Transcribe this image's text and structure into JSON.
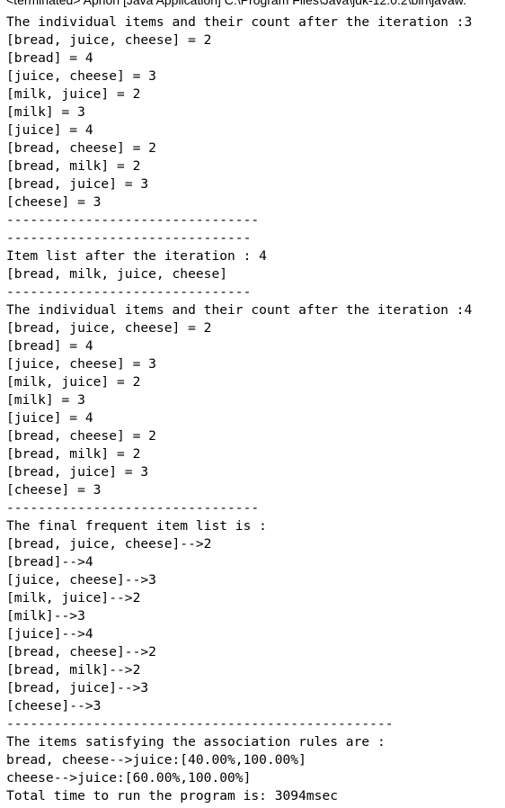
{
  "header": {
    "status": "<terminated> Apriori [Java Application] C:\\Program Files\\Java\\jdk-12.0.2\\bin\\javaw."
  },
  "console": {
    "lines": [
      "The individual items and their count after the iteration :3",
      "[bread, juice, cheese] = 2",
      "[bread] = 4",
      "[juice, cheese] = 3",
      "[milk, juice] = 2",
      "[milk] = 3",
      "[juice] = 4",
      "[bread, cheese] = 2",
      "[bread, milk] = 2",
      "[bread, juice] = 3",
      "[cheese] = 3",
      "--------------------------------",
      "-------------------------------",
      "Item list after the iteration : 4",
      "[bread, milk, juice, cheese]",
      "-------------------------------",
      "The individual items and their count after the iteration :4",
      "[bread, juice, cheese] = 2",
      "[bread] = 4",
      "[juice, cheese] = 3",
      "[milk, juice] = 2",
      "[milk] = 3",
      "[juice] = 4",
      "[bread, cheese] = 2",
      "[bread, milk] = 2",
      "[bread, juice] = 3",
      "[cheese] = 3",
      "--------------------------------",
      "The final frequent item list is :",
      "[bread, juice, cheese]-->2",
      "[bread]-->4",
      "[juice, cheese]-->3",
      "[milk, juice]-->2",
      "[milk]-->3",
      "[juice]-->4",
      "[bread, cheese]-->2",
      "[bread, milk]-->2",
      "[bread, juice]-->3",
      "[cheese]-->3",
      "-------------------------------------------------",
      "The items satisfying the association rules are :",
      "bread, cheese-->juice:[40.00%,100.00%]",
      "cheese-->juice:[60.00%,100.00%]",
      "Total time to run the program is: 3094msec"
    ]
  }
}
